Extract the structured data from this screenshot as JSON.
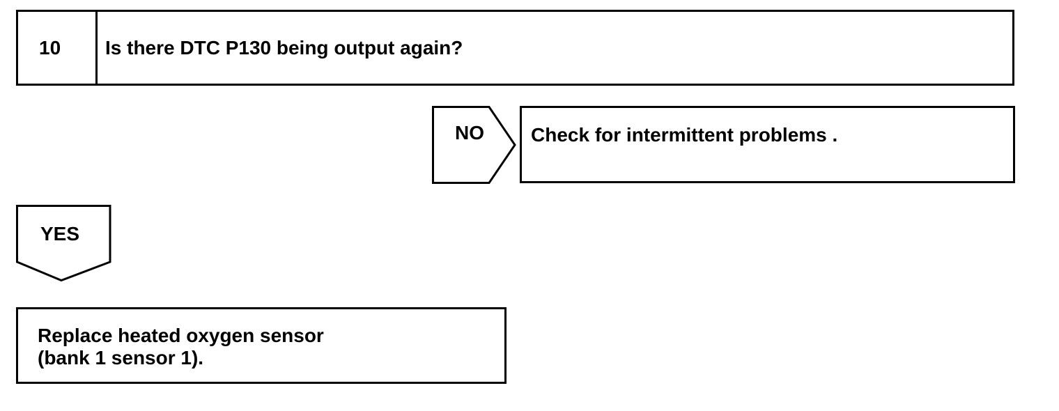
{
  "step": {
    "number": "10",
    "question": "Is there DTC P130 being output again?"
  },
  "no_branch": {
    "label": "NO",
    "action": "Check for intermittent problems ."
  },
  "yes_branch": {
    "label": "YES",
    "action_line1": "Replace heated oxygen sensor",
    "action_line2": "(bank 1 sensor 1)."
  },
  "colors": {
    "stroke": "#000000",
    "background": "#ffffff"
  }
}
